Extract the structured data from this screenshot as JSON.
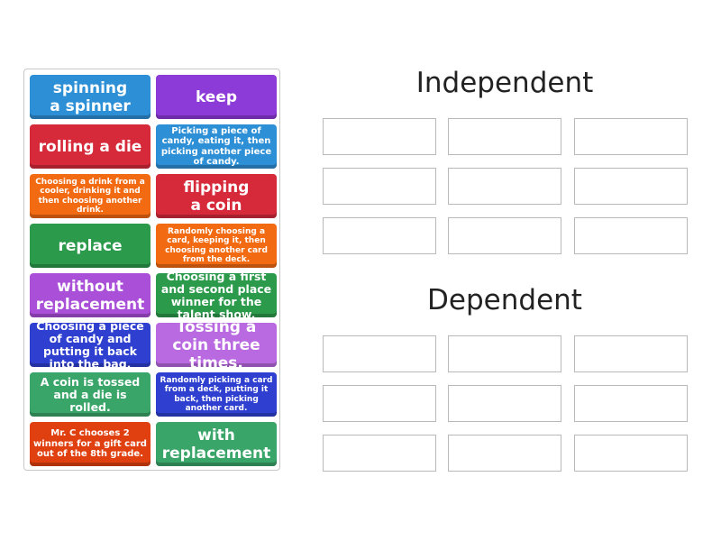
{
  "cards": [
    {
      "id": "spinning-a-spinner",
      "label": "spinning\na spinner",
      "color": "#2d8fd5",
      "size": "l"
    },
    {
      "id": "keep",
      "label": "keep",
      "color": "#8c3ad8",
      "size": "l"
    },
    {
      "id": "rolling-a-die",
      "label": "rolling a die",
      "color": "#d62a3a",
      "size": "l"
    },
    {
      "id": "picking-candy-eating",
      "label": "Picking a piece of candy, eating it, then picking another piece of candy.",
      "color": "#2d8fd5",
      "size": "s"
    },
    {
      "id": "drink-from-cooler",
      "label": "Choosing a drink from a cooler, drinking it and then choosing another drink.",
      "color": "#f26a12",
      "size": "xs"
    },
    {
      "id": "flipping-a-coin",
      "label": "flipping\na coin",
      "color": "#d62a3a",
      "size": "l"
    },
    {
      "id": "replace",
      "label": "replace",
      "color": "#2c9a4b",
      "size": "l"
    },
    {
      "id": "card-keeping-it",
      "label": "Randomly choosing a card, keeping it, then choosing another card from the deck.",
      "color": "#f26a12",
      "size": "xs"
    },
    {
      "id": "without-replacement",
      "label": "without\nreplacement",
      "color": "#a94fd8",
      "size": "l"
    },
    {
      "id": "first-second-place",
      "label": "Choosing a first and second place winner for the talent show.",
      "color": "#2c9a4b",
      "size": "m"
    },
    {
      "id": "candy-putting-back",
      "label": "Choosing a piece of candy and putting it back into the bag.",
      "color": "#2f3fd0",
      "size": "m"
    },
    {
      "id": "tossing-coin-three",
      "label": "Tossing a coin three times.",
      "color": "#b96ae0",
      "size": "l"
    },
    {
      "id": "coin-tossed-die-rolled",
      "label": "A coin is tossed and a die is rolled.",
      "color": "#3aa569",
      "size": "m"
    },
    {
      "id": "card-putting-back",
      "label": "Randomly picking a card from a deck, putting it back, then picking another card.",
      "color": "#2f3fd0",
      "size": "xs"
    },
    {
      "id": "mr-c-gift-card",
      "label": "Mr. C chooses 2 winners for a gift card out of the 8th grade.",
      "color": "#e0400f",
      "size": "s"
    },
    {
      "id": "with-replacement",
      "label": "with\nreplacement",
      "color": "#3aa569",
      "size": "l"
    }
  ],
  "groups": [
    {
      "id": "independent",
      "title": "Independent"
    },
    {
      "id": "dependent",
      "title": "Dependent"
    }
  ]
}
